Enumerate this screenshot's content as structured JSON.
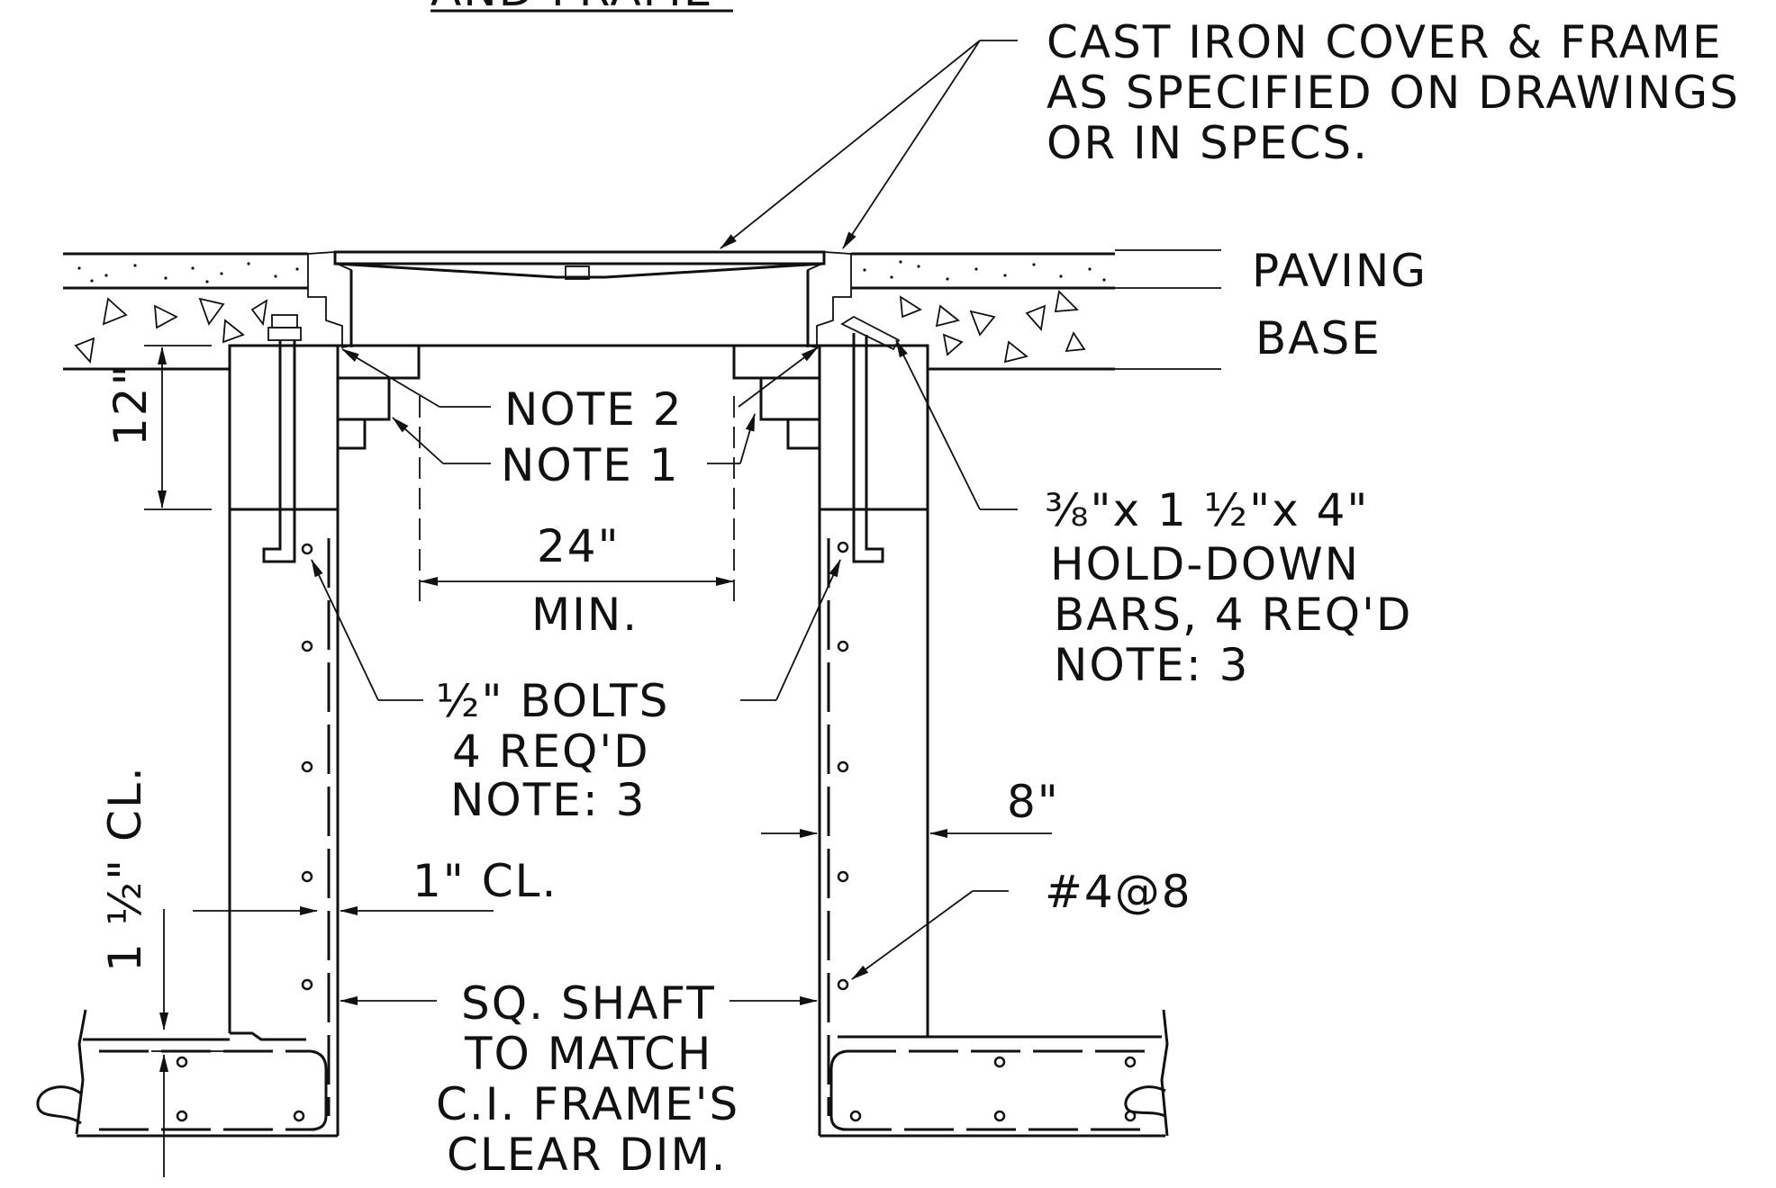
{
  "title_fragment": "AND FRAME",
  "labels": {
    "cover_line1": "CAST IRON COVER & FRAME",
    "cover_line2": "AS SPECIFIED ON DRAWINGS",
    "cover_line3": "OR IN SPECS.",
    "paving": "PAVING",
    "base": "BASE",
    "note2": "NOTE 2",
    "note1": "NOTE 1",
    "dim_12": "12\"",
    "dim_24": "24\"",
    "min": "MIN.",
    "holddown_line1": "⅜\"x 1 ½\"x 4\"",
    "holddown_line2": "HOLD-DOWN",
    "holddown_line3": "BARS, 4 REQ'D",
    "holddown_line4": "NOTE: 3",
    "bolts_line1": "½\" BOLTS",
    "bolts_line2": "4 REQ'D",
    "bolts_line3": "NOTE: 3",
    "dim_8": "8\"",
    "rebar": "#4@8",
    "cl_1in": "1\" CL.",
    "cl_1half": "1 ½\" CL.",
    "shaft_line1": "SQ. SHAFT",
    "shaft_line2": "TO MATCH",
    "shaft_line3": "C.I. FRAME'S",
    "shaft_line4": "CLEAR DIM."
  }
}
